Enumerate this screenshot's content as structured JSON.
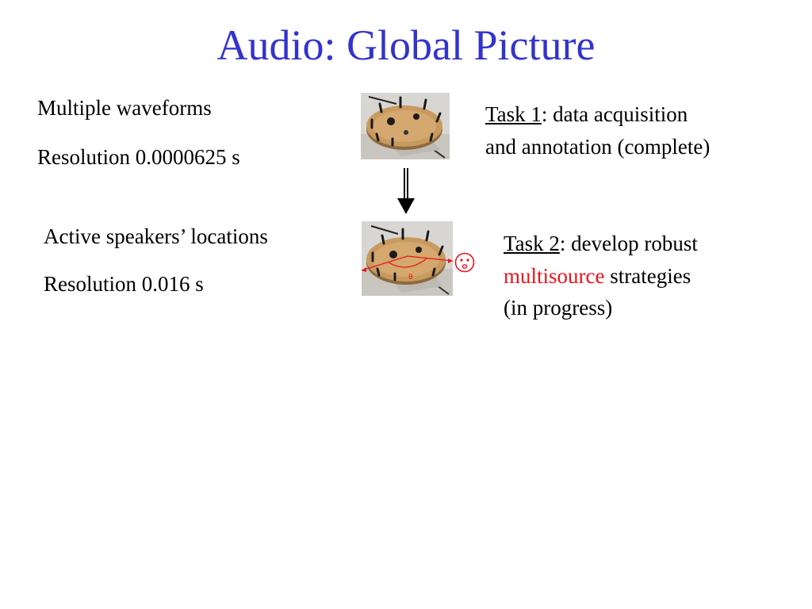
{
  "slide": {
    "title": "Audio: Global Picture",
    "left_top": {
      "line1": "Multiple waveforms",
      "line2": "Resolution 0.0000625 s"
    },
    "left_bottom": {
      "line1": "Active speakers’ locations",
      "line2": "Resolution 0.016 s"
    },
    "task1": {
      "label": "Task 1",
      "rest_line1": ": data acquisition",
      "line2": "and annotation (complete)"
    },
    "task2": {
      "label": "Task 2",
      "rest_line1": ": develop robust",
      "highlight": "multisource",
      "rest_line2": " strategies",
      "line3": "(in progress)"
    },
    "theta_label": "θ"
  },
  "colors": {
    "title": "#3333cc",
    "highlight": "#e8141c"
  },
  "icons": [
    "microphone-array-photo",
    "down-arrow-icon",
    "face-icon"
  ]
}
